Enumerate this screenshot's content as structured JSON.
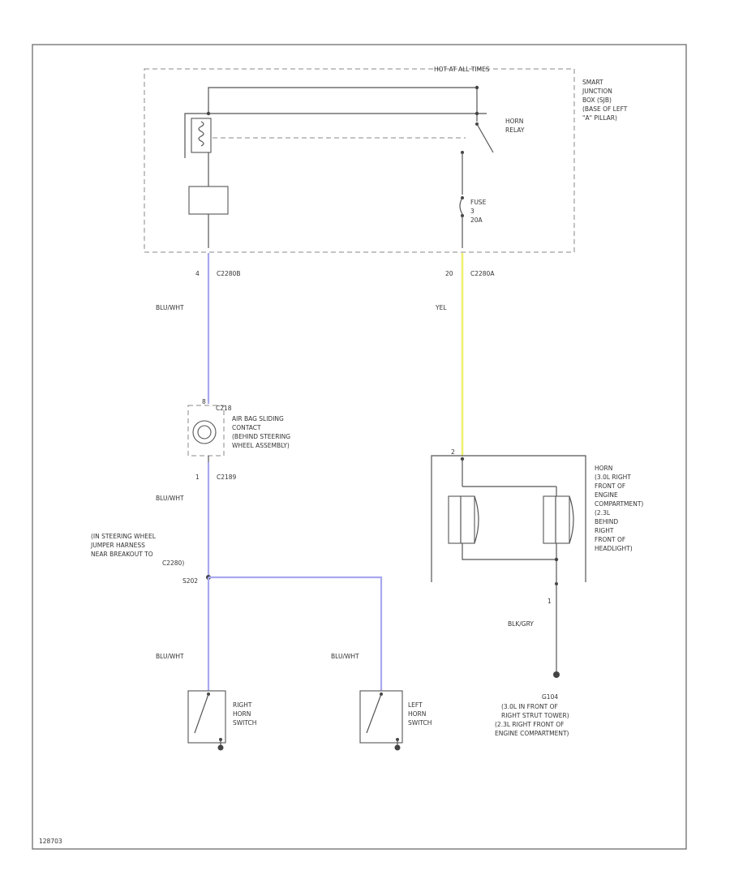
{
  "diagram": {
    "jbox_header": "HOT AT ALL TIMES",
    "jbox_label": [
      "SMART",
      "JUNCTION",
      "BOX (SJB)",
      "(BASE OF LEFT",
      "\"A\" PILLAR)"
    ],
    "relay_label": [
      "HORN",
      "RELAY"
    ],
    "fuse_label": [
      "FUSE",
      "3",
      "20A"
    ],
    "left_conn_pin": "4",
    "left_conn": "C2280B",
    "right_conn_pin": "20",
    "right_conn": "C2280A",
    "wire_blu_wht_1": "BLU/WHT",
    "wire_yel": "YEL",
    "clockspring_pin_top": "8",
    "clockspring_conn_top": "C218",
    "clockspring_label": [
      "AIR BAG SLIDING",
      "CONTACT",
      "(BEHIND STEERING",
      "WHEEL ASSEMBLY)"
    ],
    "clockspring_pin_bottom": "1",
    "clockspring_conn_bottom": "C2189",
    "wire_blu_wht_2": "BLU/WHT",
    "splice_label": [
      "(IN STEERING WHEEL",
      "JUMPER HARNESS",
      "NEAR BREAKOUT TO",
      "C2280)"
    ],
    "splice_id": "S202",
    "wire_blu_wht_3": "BLU/WHT",
    "wire_blu_wht_4": "BLU/WHT",
    "right_switch_label": [
      "RIGHT",
      "HORN",
      "SWITCH"
    ],
    "left_switch_label": [
      "LEFT",
      "HORN",
      "SWITCH"
    ],
    "horn_label": [
      "HORN",
      "(3.0L RIGHT",
      "FRONT OF",
      "ENGINE",
      "COMPARTMENT)",
      "(2.3L",
      "BEHIND",
      "RIGHT",
      "FRONT OF",
      "HEADLIGHT)"
    ],
    "horn_pin_top": "2",
    "horn_pin_bottom": "1",
    "wire_blk_gry": "BLK/GRY",
    "ground_id": "G104",
    "ground_label": [
      "(3.0L IN FRONT OF",
      "RIGHT STRUT TOWER)",
      "(2.3L RIGHT FRONT OF",
      "ENGINE COMPARTMENT)"
    ],
    "footer_id": "128703",
    "colors": {
      "blu_wht": "#a8a8f0",
      "yel": "#f0f070",
      "frame": "#777777"
    }
  }
}
